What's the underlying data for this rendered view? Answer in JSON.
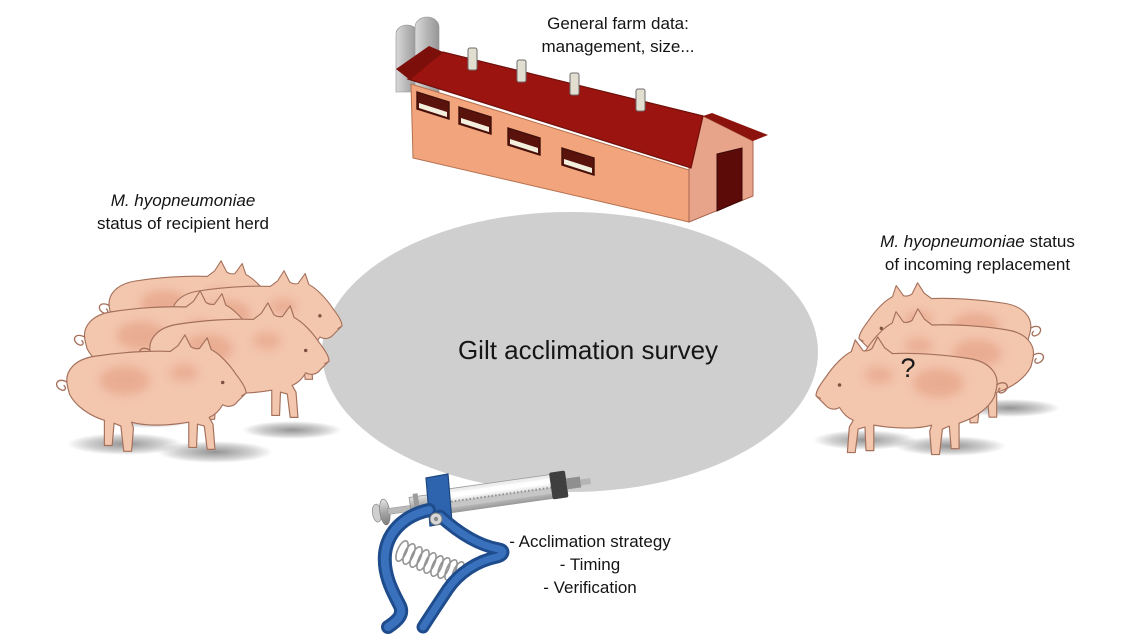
{
  "figure": {
    "top_label": {
      "line1": "General farm data:",
      "line2": "management, size..."
    },
    "left_label": {
      "italic": "M. hyopneumoniae",
      "line2": "status of recipient herd"
    },
    "right_label": {
      "italic": "M. hyopneumoniae",
      "after_italic": " status",
      "line2": "of incoming replacement"
    },
    "center_label": {
      "title": "Gilt acclimation survey"
    },
    "bottom_label": {
      "items": [
        "- Acclimation strategy",
        "- Timing",
        "- Verification"
      ]
    },
    "question_mark": "?",
    "icons": {
      "farm_building": "farm-building-icon",
      "silos": "silo-icon",
      "pig": "pig-icon",
      "syringe": "vaccine-syringe-icon",
      "ellipse": "survey-ellipse"
    },
    "colors": {
      "ellipse_gray": "#cfcfcf",
      "roof_red": "#9b1410",
      "wall_salmon": "#f2a47c",
      "gable_pink": "#e8a38b",
      "door_maroon": "#5c0b08",
      "pig_skin": "#f3c6ae",
      "pig_spot": "#e09478",
      "syringe_blue": "#2e63ad",
      "text": "#141414"
    }
  }
}
